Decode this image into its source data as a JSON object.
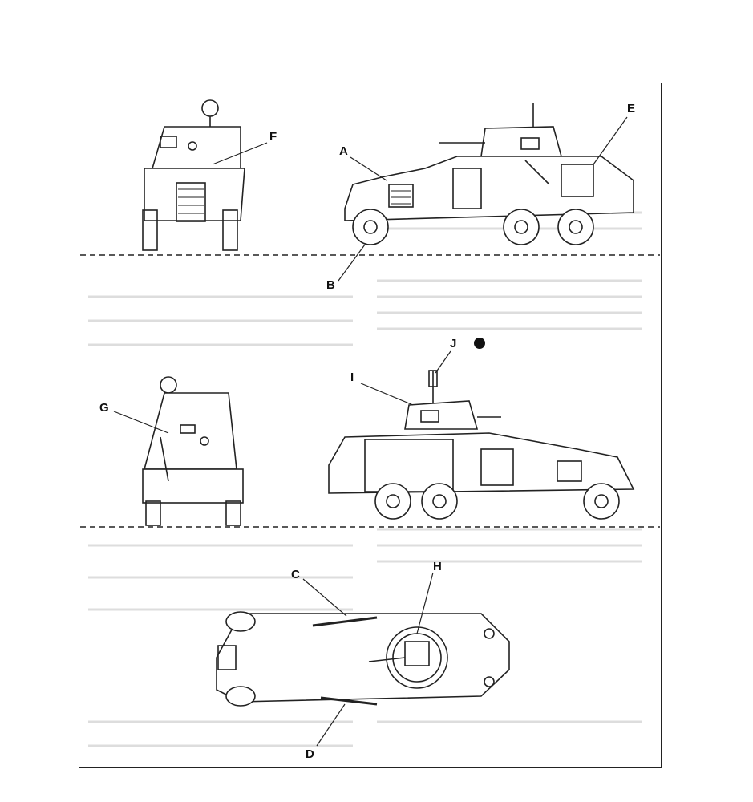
{
  "figure": {
    "labels": {
      "A": "A",
      "B": "B",
      "C": "C",
      "D": "D",
      "E": "E",
      "F": "F",
      "G": "G",
      "H": "H",
      "I": "I",
      "J": "J"
    },
    "views": [
      "front-view",
      "left-side-view",
      "rear-view",
      "right-side-view",
      "top-view"
    ]
  }
}
